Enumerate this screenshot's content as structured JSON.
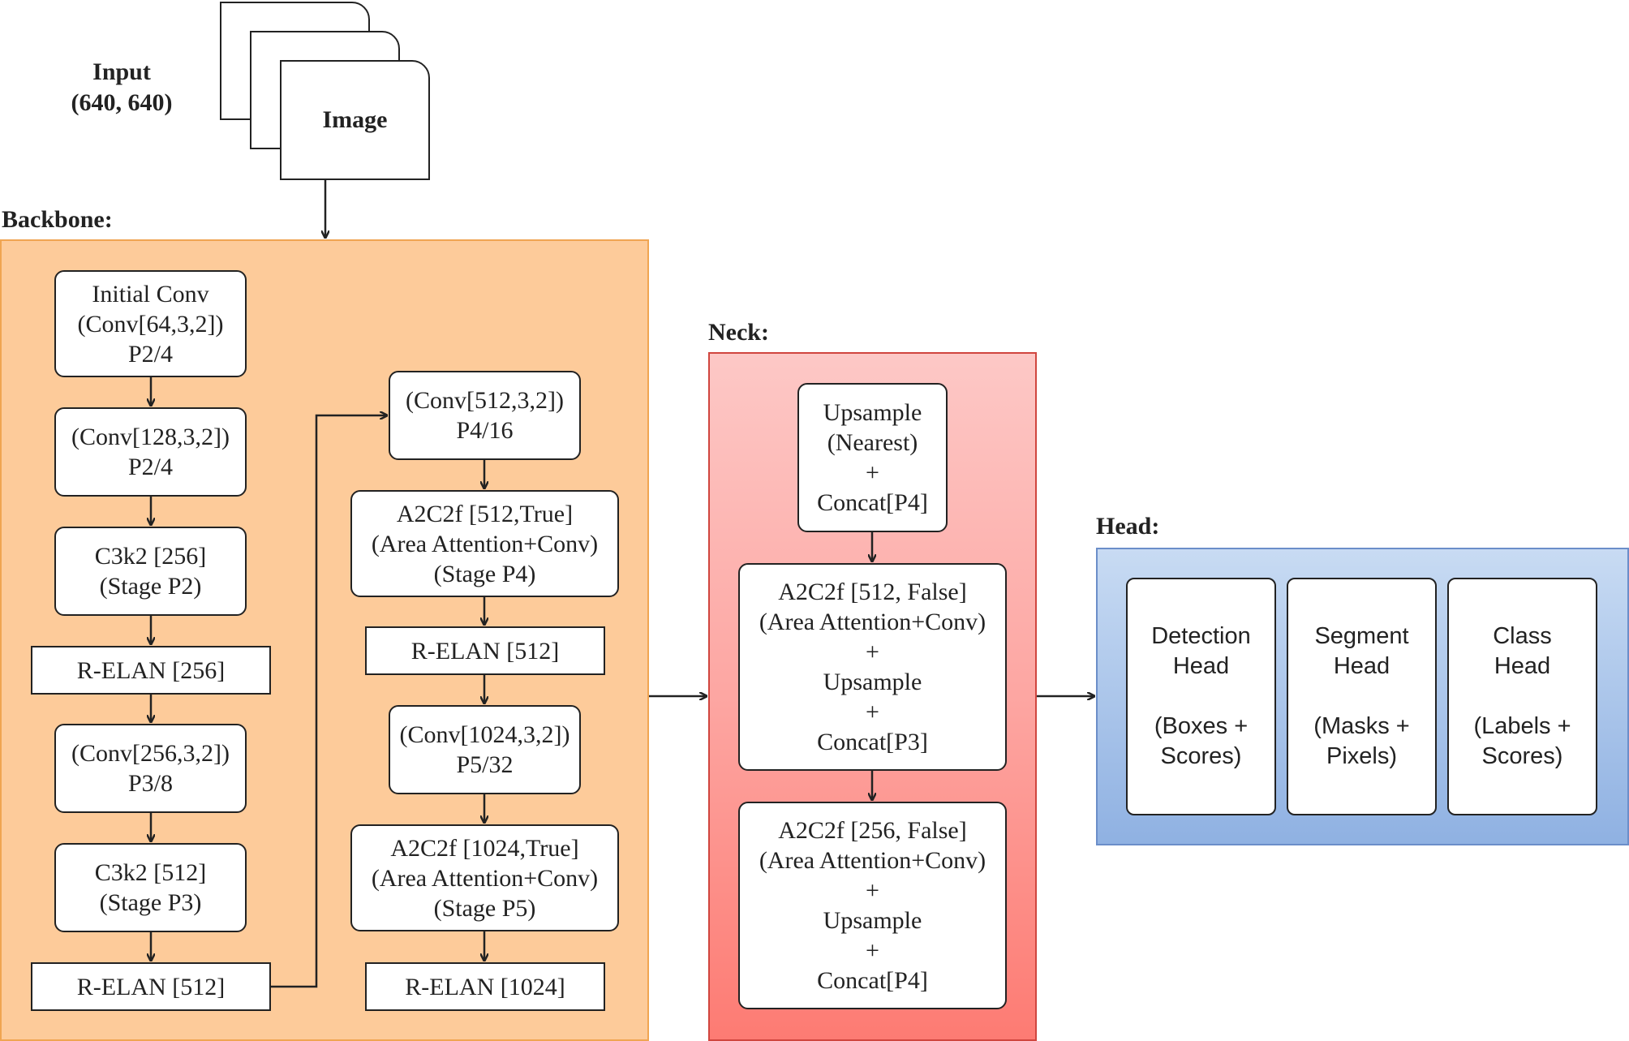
{
  "input": {
    "title": "Input",
    "size": "(640, 640)",
    "image_label": "Image"
  },
  "sections": {
    "backbone": "Backbone:",
    "neck": "Neck:",
    "head": "Head:"
  },
  "backbone": {
    "n1": [
      "Initial Conv",
      "(Conv[64,3,2])",
      "P2/4"
    ],
    "n2": [
      "(Conv[128,3,2])",
      "P2/4"
    ],
    "n3": [
      "C3k2 [256]",
      "(Stage P2)"
    ],
    "n4": [
      "R-ELAN [256]"
    ],
    "n5": [
      "(Conv[256,3,2])",
      "P3/8"
    ],
    "n6": [
      "C3k2 [512]",
      "(Stage P3)"
    ],
    "n7": [
      "R-ELAN [512]"
    ],
    "n8": [
      "(Conv[512,3,2])",
      "P4/16"
    ],
    "n9": [
      "A2C2f [512,True]",
      "(Area Attention+Conv)",
      "(Stage P4)"
    ],
    "n10": [
      "R-ELAN [512]"
    ],
    "n11": [
      "(Conv[1024,3,2])",
      "P5/32"
    ],
    "n12": [
      "A2C2f [1024,True]",
      "(Area Attention+Conv)",
      "(Stage P5)"
    ],
    "n13": [
      "R-ELAN [1024]"
    ]
  },
  "neck": {
    "n1": [
      "Upsample",
      "(Nearest)",
      "+",
      "Concat[P4]"
    ],
    "n2": [
      "A2C2f [512, False]",
      "(Area Attention+Conv)",
      "+",
      "Upsample",
      "+",
      "Concat[P3]"
    ],
    "n3": [
      "A2C2f [256, False]",
      "(Area Attention+Conv)",
      "+",
      "Upsample",
      "+",
      "Concat[P4]"
    ]
  },
  "head": {
    "detection": {
      "title": [
        "Detection",
        "Head"
      ],
      "output": [
        "(Boxes +",
        "Scores)"
      ]
    },
    "segment": {
      "title": [
        "Segment",
        "Head"
      ],
      "output": [
        "(Masks +",
        "Pixels)"
      ]
    },
    "class": {
      "title": [
        "Class",
        "Head"
      ],
      "output": [
        "(Labels +",
        "Scores)"
      ]
    }
  },
  "colors": {
    "backbone": "#fdcb9a",
    "neck": "#fda6a2",
    "head": "#a9c4ea",
    "stroke": "#222222"
  }
}
